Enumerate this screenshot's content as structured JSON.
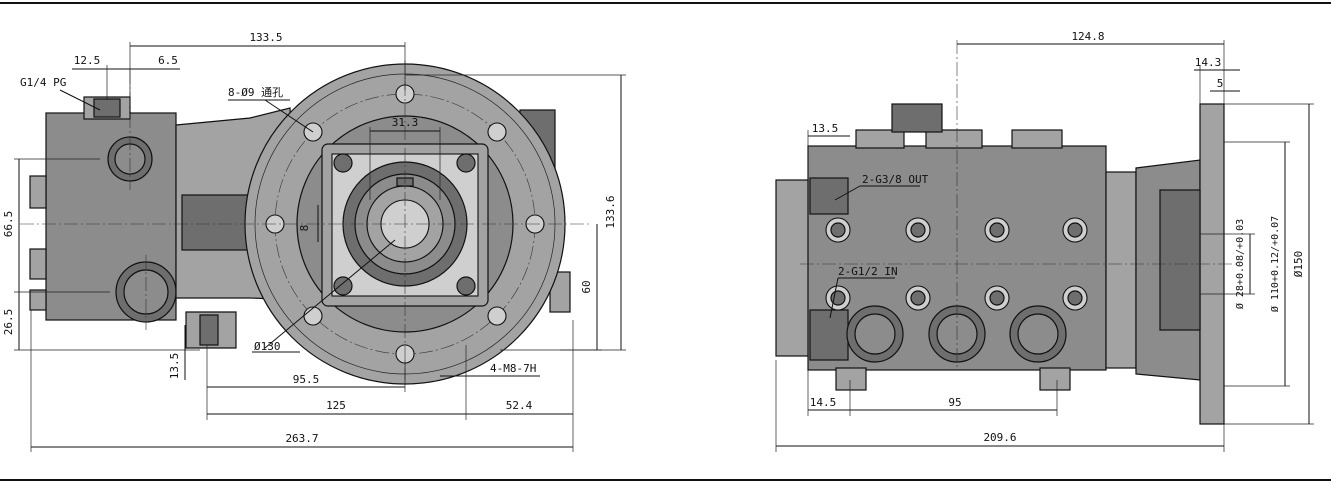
{
  "left_view": {
    "dims": {
      "d133_5": "133.5",
      "d12_5": "12.5",
      "d6_5": "6.5",
      "g14": "G1/4 PG",
      "holes": "8-Ø9 通孔",
      "d31_3": "31.3",
      "d8": "8",
      "d66_5": "66.5",
      "d26_5": "26.5",
      "d13_5": "13.5",
      "d130": "Ø130",
      "d95_5": "95.5",
      "d125": "125",
      "d52_4": "52.4",
      "d263_7": "263.7",
      "m8": "4-M8-7H",
      "d60": "60",
      "d133_6": "133.6"
    }
  },
  "right_view": {
    "dims": {
      "d124_8": "124.8",
      "d14_3": "14.3",
      "d5": "5",
      "d13_5": "13.5",
      "g38": "2-G3/8 OUT",
      "g12": "2-G1/2 IN",
      "d14_5": "14.5",
      "d95": "95",
      "d209_6": "209.6",
      "d150": "Ø150",
      "d110": "Ø 110+0.12/+0.07",
      "d28": "Ø 28+0.08/+0.03"
    }
  }
}
